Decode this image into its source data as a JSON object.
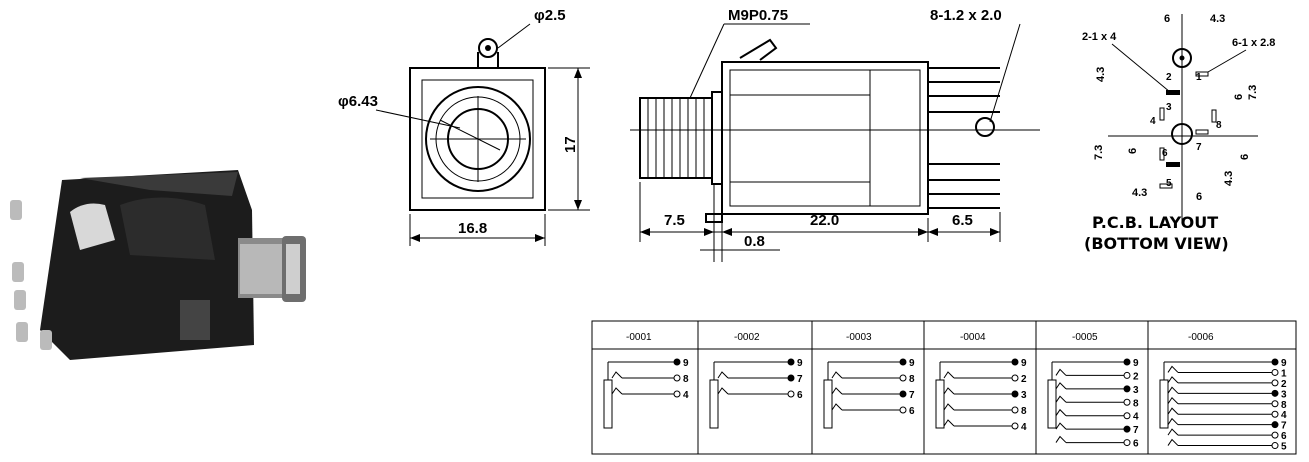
{
  "front_view": {
    "hole_dia": "φ2.5",
    "bore_dia": "φ6.43",
    "height": "17",
    "width": "16.8"
  },
  "side_view": {
    "thread": "M9P0.75",
    "pins": "8-1.2 x 2.0",
    "thread_len": "7.5",
    "body_len": "22.0",
    "pin_len": "6.5",
    "panel": "0.8"
  },
  "pcb_layout": {
    "title_line1": "P.C.B. LAYOUT",
    "title_line2": "(BOTTOM VIEW)",
    "hole_spec_a": "2-1 x 4",
    "hole_spec_b": "6-1 x 2.8",
    "dims": [
      "6",
      "4.3",
      "4.3",
      "6",
      "7.3",
      "6",
      "7.3",
      "6",
      "4.3",
      "6",
      "4.3"
    ],
    "pins": [
      "2",
      "1",
      "3",
      "4",
      "8",
      "7",
      "6",
      "5"
    ]
  },
  "wiring_table": {
    "headers": [
      "-0001",
      "-0002",
      "-0003",
      "-0004",
      "-0005",
      "-0006"
    ],
    "pin_labels": [
      [
        "9",
        "8",
        "4"
      ],
      [
        "9",
        "7",
        "6"
      ],
      [
        "9",
        "8",
        "7",
        "6"
      ],
      [
        "9",
        "2",
        "3",
        "8",
        "4"
      ],
      [
        "9",
        "2",
        "3",
        "8",
        "4",
        "7",
        "6"
      ],
      [
        "9",
        "1",
        "2",
        "3",
        "8",
        "4",
        "7",
        "6",
        "5"
      ]
    ]
  }
}
